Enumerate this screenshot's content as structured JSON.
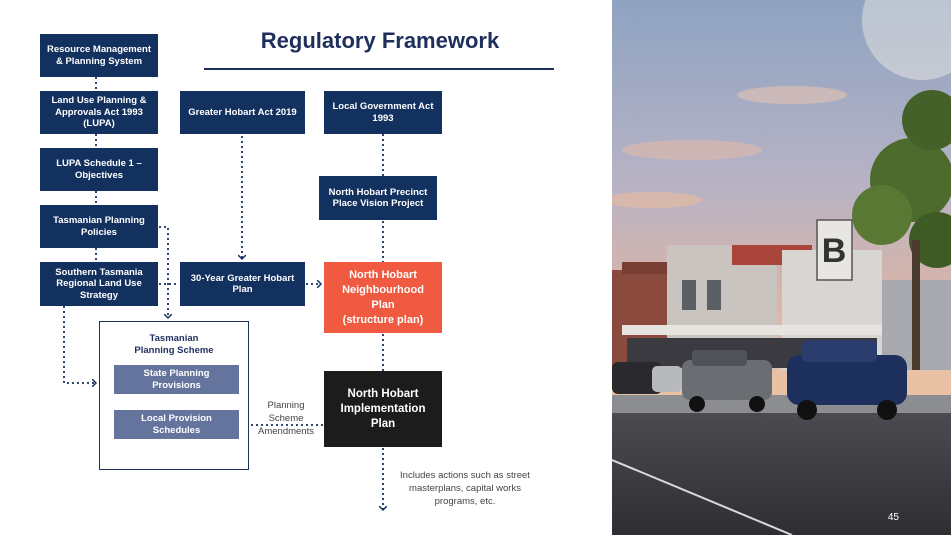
{
  "title": "Regulatory Framework",
  "boxes": {
    "rmps": "Resource Management & Planning System",
    "lupa": "Land Use Planning & Approvals Act 1993 (LUPA)",
    "lupa_schedule": "LUPA Schedule 1 – Objectives",
    "tpp": "Tasmanian Planning Policies",
    "stlus": "Southern Tasmania Regional Land Use Strategy",
    "gha": "Greater Hobart Act 2019",
    "lga": "Local Government Act 1993",
    "nhppv": "North Hobart Precinct Place Vision Project",
    "ghp30": "30-Year Greater Hobart Plan",
    "nhnp_line1": "North Hobart",
    "nhnp_line2": "Neighbourhood Plan",
    "nhnp_line3": "(structure plan)",
    "nhip_line1": "North Hobart",
    "nhip_line2": "Implementation Plan",
    "tps_line1": "Tasmanian",
    "tps_line2": "Planning Scheme",
    "spp": "State Planning Provisions",
    "lps": "Local Provision Schedules"
  },
  "notes": {
    "amend_line1": "Planning Scheme",
    "amend_line2": "Amendments",
    "actions_line1": "Includes actions such as street",
    "actions_line2": "masterplans, capital works",
    "actions_line3": "programs, etc."
  },
  "page_number": "45",
  "colors": {
    "navy": "#13315f",
    "orange": "#f05a40",
    "black": "#1c1c1c",
    "grey_box": "#65749d"
  }
}
